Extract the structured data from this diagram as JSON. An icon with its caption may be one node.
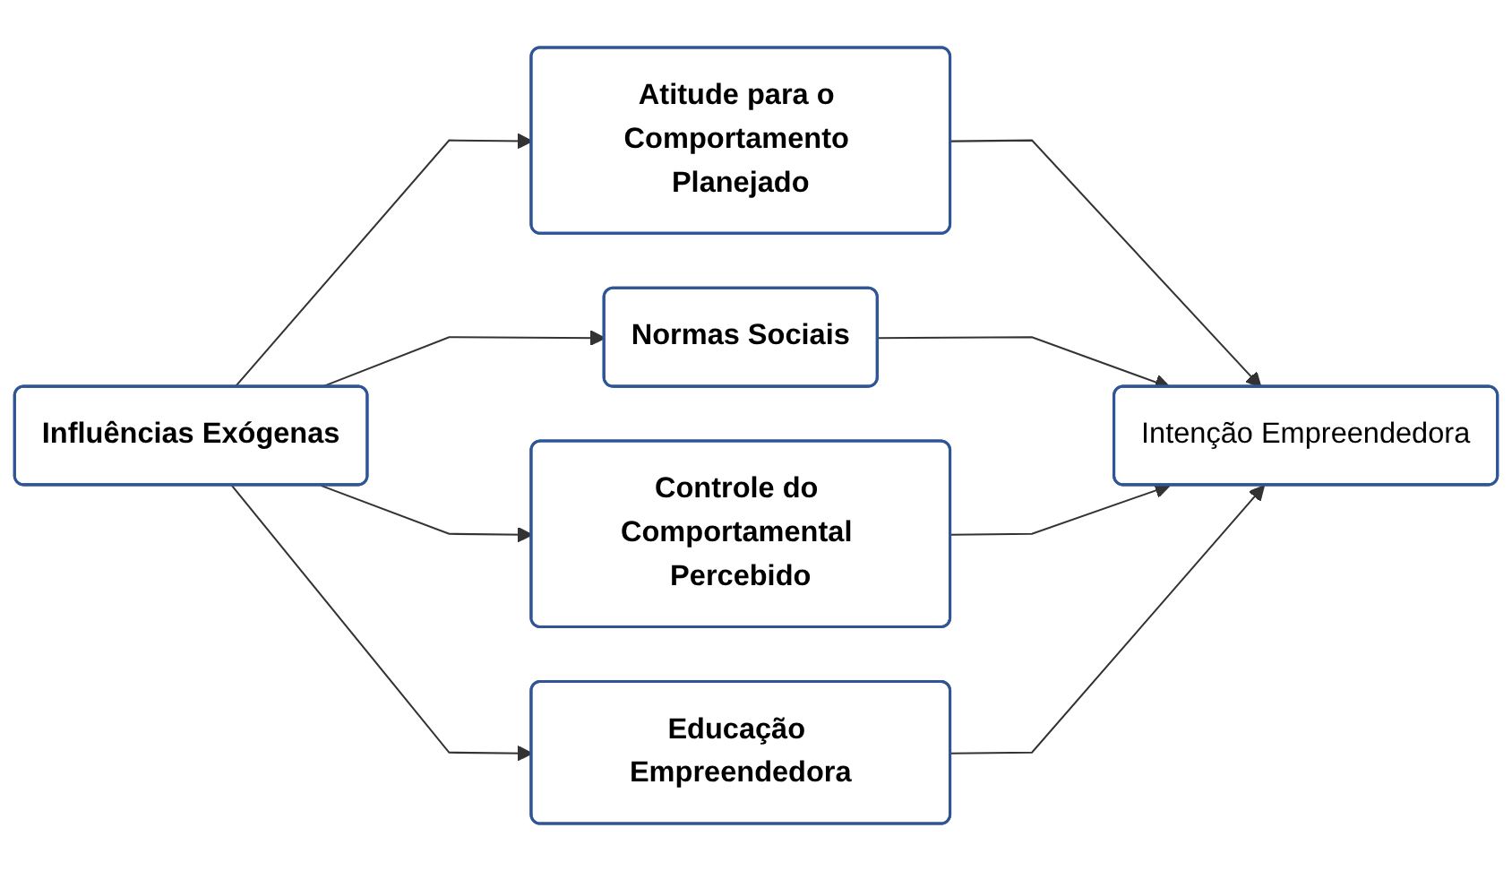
{
  "diagram": {
    "nodes": [
      {
        "text": [
          "Influências Exógenas"
        ]
      },
      {
        "text": [
          "Atitude para o Comportamento Planejado"
        ]
      },
      {
        "text": [
          "Normas Sociais"
        ]
      },
      {
        "text": [
          "Controle do Comportamental Percebido"
        ]
      },
      {
        "text": [
          "Educação Empreendedora"
        ]
      },
      {
        "text": [
          "Intenção Empreendedora"
        ]
      }
    ],
    "edges": [
      {
        "from": 0,
        "to": 1,
        "arrow": "to"
      },
      {
        "from": 0,
        "to": 2,
        "arrow": "to"
      },
      {
        "from": 0,
        "to": 3,
        "arrow": "to"
      },
      {
        "from": 0,
        "to": 4,
        "arrow": "to"
      },
      {
        "from": 1,
        "to": 5,
        "arrow": "to"
      },
      {
        "from": 2,
        "to": 5,
        "arrow": "to"
      },
      {
        "from": 3,
        "to": 5,
        "arrow": "to"
      },
      {
        "from": 4,
        "to": 5,
        "arrow": "to"
      }
    ]
  }
}
